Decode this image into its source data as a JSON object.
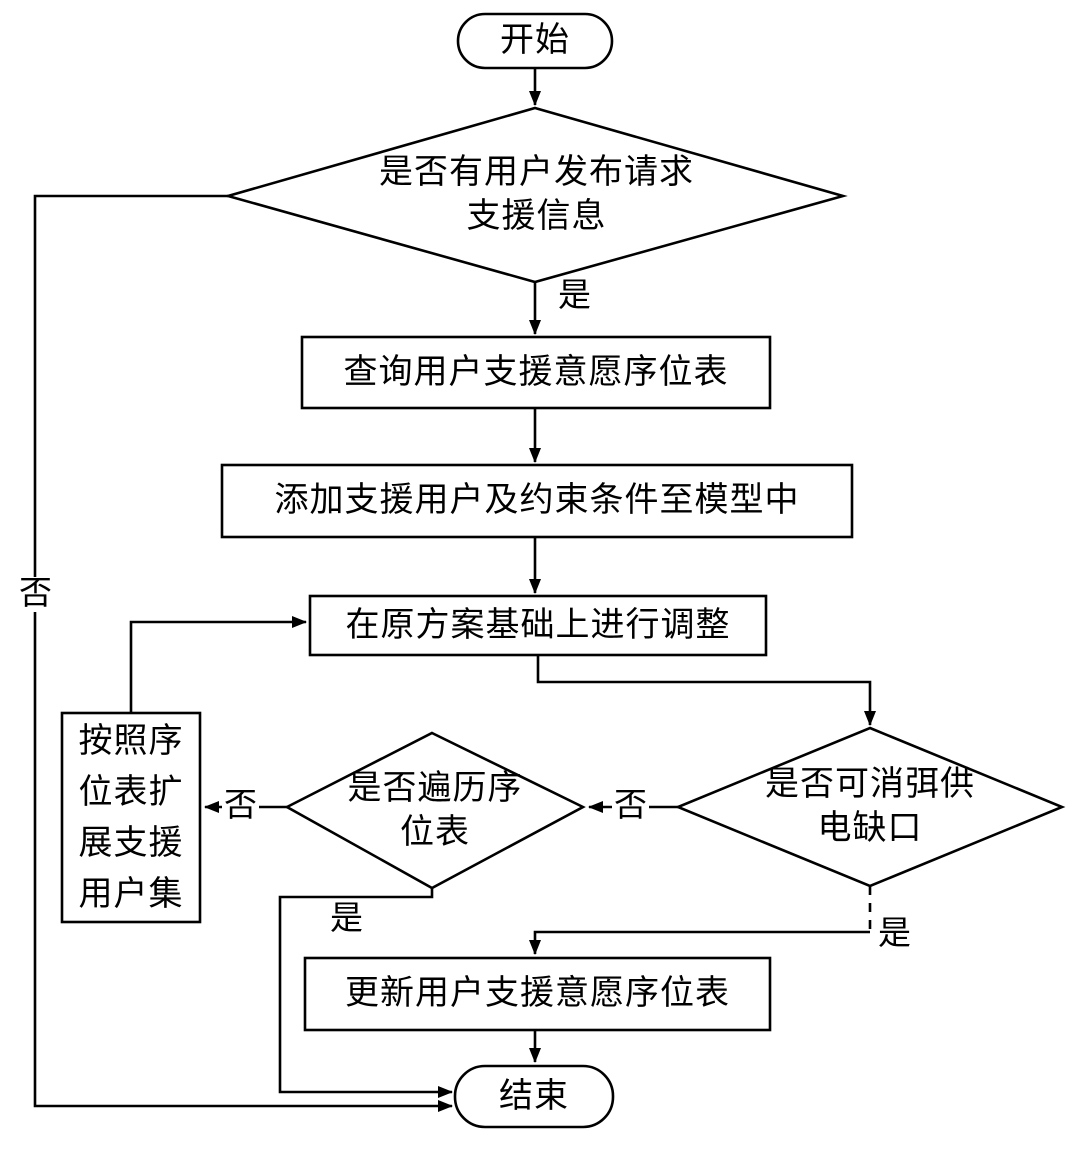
{
  "title": "flowchart",
  "colors": {
    "stroke": "#000000",
    "background": "#ffffff",
    "text": "#000000"
  },
  "nodes": {
    "start": {
      "label": "开始"
    },
    "decision_user_request": {
      "label": "是否有用户发布请求\n支援信息"
    },
    "process_query_table": {
      "label": "查询用户支援意愿序位表"
    },
    "process_add_constraints": {
      "label": "添加支援用户及约束条件至模型中"
    },
    "process_adjust_plan": {
      "label": "在原方案基础上进行调整"
    },
    "decision_eliminate_gap": {
      "label": "是否可消弭供\n电缺口"
    },
    "decision_traverse_table": {
      "label": "是否遍历序\n位表"
    },
    "process_expand_users": {
      "label": "按照序\n位表扩\n展支援\n用户集"
    },
    "process_update_table": {
      "label": "更新用户支援意愿序位表"
    },
    "end": {
      "label": "结束"
    }
  },
  "edge_labels": {
    "d1_yes": "是",
    "d1_no": "否",
    "d2_yes": "是",
    "d2_no": "否",
    "d3_yes": "是",
    "d3_no": "否"
  }
}
